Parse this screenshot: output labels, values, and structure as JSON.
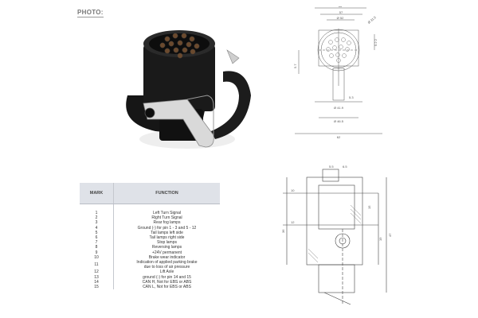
{
  "photo_label": "PHOTO:",
  "table": {
    "headers": {
      "mark": "MARK",
      "function": "FUNCTION"
    },
    "rows": [
      {
        "mark": "1",
        "fn": [
          "Left Turn Signal"
        ]
      },
      {
        "mark": "2",
        "fn": [
          "Right Turn Signal"
        ]
      },
      {
        "mark": "3",
        "fn": [
          "Rear fog lamps"
        ]
      },
      {
        "mark": "4",
        "fn": [
          "Ground (-) for pin 1 - 3 and 5 - 12"
        ]
      },
      {
        "mark": "5",
        "fn": [
          "Tail lamps left side"
        ]
      },
      {
        "mark": "6",
        "fn": [
          "Tail lamps right side"
        ]
      },
      {
        "mark": "7",
        "fn": [
          "Stop lamps"
        ]
      },
      {
        "mark": "8",
        "fn": [
          "Reversing lamps"
        ]
      },
      {
        "mark": "9",
        "fn": [
          "+24V permanent"
        ]
      },
      {
        "mark": "10",
        "fn": [
          "Brake wear indicator"
        ]
      },
      {
        "mark": "11",
        "fn": [
          "Indication of applied parking brake",
          "due to loss of air pressure"
        ]
      },
      {
        "mark": "12",
        "fn": [
          "Lift Axle"
        ]
      },
      {
        "mark": "13",
        "fn": [
          "ground (-) for pin 14 and 15"
        ]
      },
      {
        "mark": "14",
        "fn": [
          "CAN H, Not for EBS or ABS"
        ]
      },
      {
        "mark": "15",
        "fn": [
          "CAN L, Not for EBS or ABS"
        ]
      }
    ]
  },
  "front_view_dims": {
    "top_overall": "66",
    "top_width": "57",
    "top_inner": "Ø 52",
    "top_right": "Ø 31.5",
    "right_side": "5.2 2",
    "left_side": "5.7",
    "inner_1": "Ø 41.9",
    "inner_2": "Ø 46.5",
    "inner_small": "5.3",
    "bottom_width": "62"
  },
  "side_view_dims": {
    "d1": "5.5",
    "d2": "6.5",
    "d3": "10",
    "d4": "12",
    "d5": "15",
    "d6": "19",
    "d7": "36",
    "d8": "47"
  }
}
